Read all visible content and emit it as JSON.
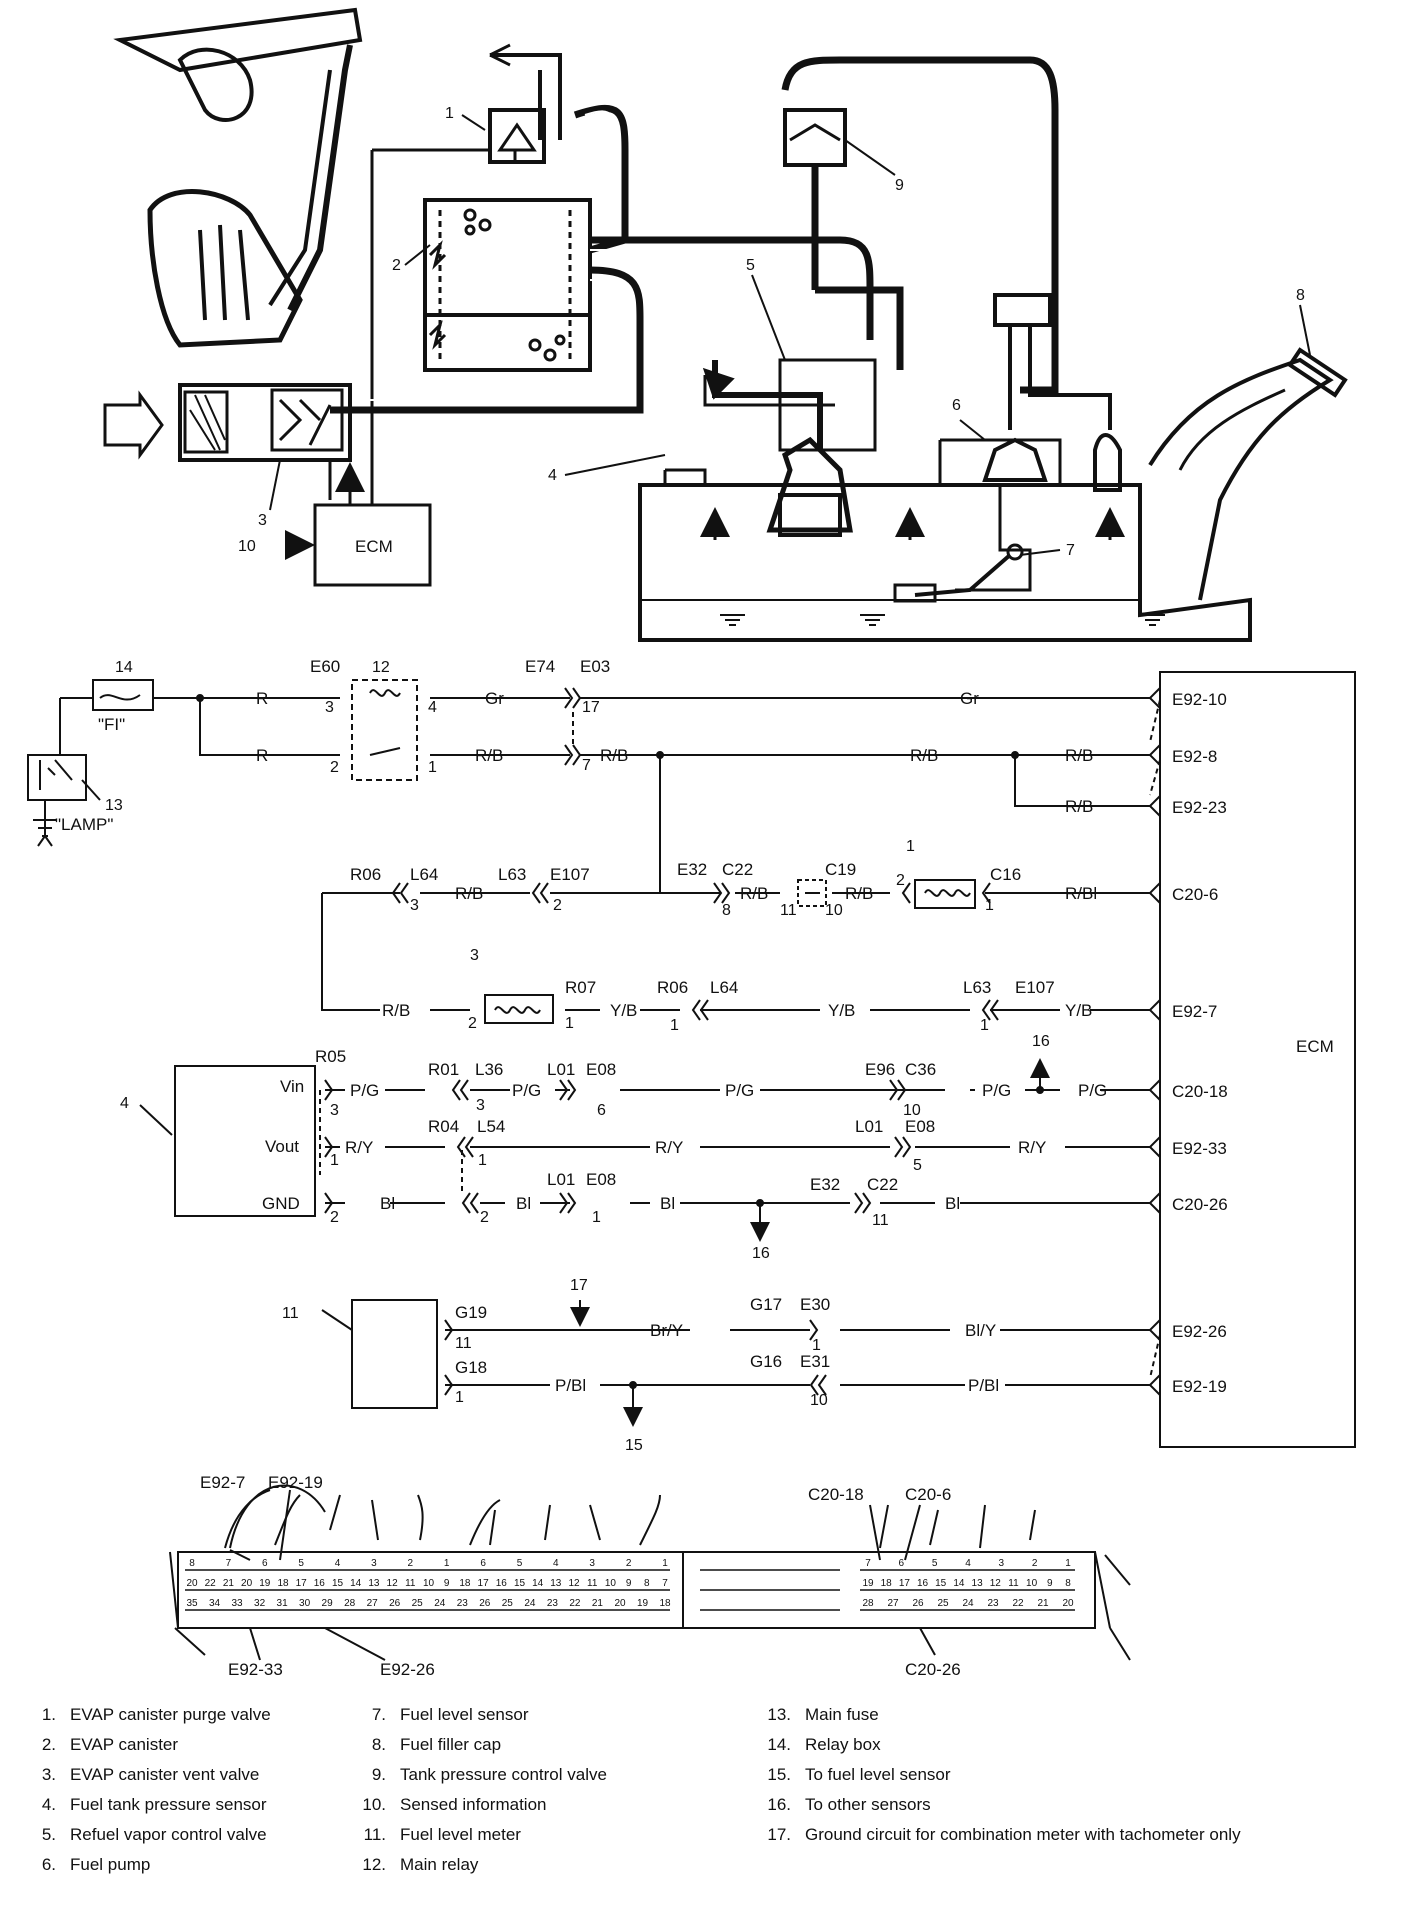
{
  "components": {
    "ecm_top": "ECM",
    "ecm_right": "ECM",
    "sensor4_vin": "Vin",
    "sensor4_vout": "Vout",
    "sensor4_gnd": "GND",
    "fuse_fi": "\"FI\"",
    "lamp": "\"LAMP\""
  },
  "callouts": [
    "1",
    "2",
    "3",
    "4",
    "5",
    "6",
    "7",
    "8",
    "9",
    "10"
  ],
  "wiring_callouts": {
    "c14": "14",
    "c13": "13",
    "c12": "12",
    "c1": "1",
    "c3": "3",
    "c4": "4",
    "c16a": "16",
    "c16b": "16",
    "c11": "11",
    "c17": "17",
    "c15": "15"
  },
  "connectors": {
    "E60": "E60",
    "E74": "E74",
    "E03": "E03",
    "E107a": "E107",
    "E107b": "E107",
    "L63a": "L63",
    "L63b": "L63",
    "R06a": "R06",
    "R06b": "R06",
    "L64a": "L64",
    "L64b": "L64",
    "E32a": "E32",
    "E32b": "E32",
    "C22a": "C22",
    "C22b": "C22",
    "C19": "C19",
    "C16": "C16",
    "R07": "R07",
    "R05": "R05",
    "R01": "R01",
    "L36": "L36",
    "L01a": "L01",
    "L01b": "L01",
    "L01c": "L01",
    "E08a": "E08",
    "E08b": "E08",
    "E08c": "E08",
    "E96": "E96",
    "C36": "C36",
    "R04": "R04",
    "L54": "L54",
    "G19": "G19",
    "G18": "G18",
    "G17": "G17",
    "G16": "G16",
    "E30": "E30",
    "E31": "E31"
  },
  "pins": {
    "p3a": "3",
    "p4a": "4",
    "p2a": "2",
    "p1a": "1",
    "p17": "17",
    "p7": "7",
    "p3b": "3",
    "p2b": "2",
    "p8": "8",
    "p11a": "11",
    "p10a": "10",
    "p2c": "2",
    "p1b": "1",
    "p2d": "2",
    "p1c": "1",
    "p1d": "1",
    "p1e": "1",
    "p3c": "3",
    "p3d": "3",
    "p6": "6",
    "p10b": "10",
    "p1f": "1",
    "p1g": "1",
    "p5": "5",
    "p2e": "2",
    "p2f": "2",
    "p1h": "1",
    "p11b": "11",
    "p11c": "11",
    "p1i": "1",
    "p1j": "1",
    "p10c": "10"
  },
  "wire_colors": {
    "R_a": "R",
    "R_b": "R",
    "Gr_a": "Gr",
    "Gr_b": "Gr",
    "RB_a": "R/B",
    "RB_b": "R/B",
    "RB_c": "R/B",
    "RB_d": "R/B",
    "RB_e": "R/B",
    "RB_f": "R/B",
    "RB_g": "R/B",
    "RB_h": "R/B",
    "RB_i": "R/B",
    "RBl_a": "R/Bl",
    "YB_a": "Y/B",
    "YB_b": "Y/B",
    "YB_c": "Y/B",
    "PG_a": "P/G",
    "PG_b": "P/G",
    "PG_c": "P/G",
    "PG_d": "P/G",
    "PG_e": "P/G",
    "RY_a": "R/Y",
    "RY_b": "R/Y",
    "RY_c": "R/Y",
    "Bl_a": "Bl",
    "Bl_b": "Bl",
    "Bl_c": "Bl",
    "Bl_d": "Bl",
    "BrY": "Br/Y",
    "BlY": "Bl/Y",
    "PBl_a": "P/Bl",
    "PBl_b": "P/Bl"
  },
  "ecm_terminals": [
    "E92-10",
    "E92-8",
    "E92-23",
    "C20-6",
    "E92-7",
    "C20-18",
    "E92-33",
    "C20-26",
    "E92-26",
    "E92-19"
  ],
  "connector_view_labels": {
    "top_left_1": "E92-7",
    "top_left_2": "E92-19",
    "top_right_1": "C20-18",
    "top_right_2": "C20-6",
    "bottom_1": "E92-33",
    "bottom_2": "E92-26",
    "bottom_3": "C20-26"
  },
  "connector_view_numbers": {
    "rowA_left": [
      "8",
      "7",
      "6",
      "5",
      "4",
      "3",
      "2",
      "1",
      "6",
      "5",
      "4",
      "3",
      "2",
      "1"
    ],
    "rowB_left": [
      "20",
      "22",
      "21",
      "20",
      "19",
      "18",
      "17",
      "16",
      "15",
      "14",
      "13",
      "12",
      "11",
      "10",
      "9",
      "18",
      "17",
      "16",
      "15",
      "14",
      "13",
      "12",
      "11",
      "10",
      "9",
      "8",
      "7"
    ],
    "rowC_left": [
      "35",
      "34",
      "33",
      "32",
      "31",
      "30",
      "29",
      "28",
      "27",
      "26",
      "25",
      "24",
      "23",
      "26",
      "25",
      "24",
      "23",
      "22",
      "21",
      "20",
      "19",
      "18"
    ],
    "rowA_right": [
      "7",
      "6",
      "5",
      "4",
      "3",
      "2",
      "1"
    ],
    "rowB_right": [
      "19",
      "18",
      "17",
      "16",
      "15",
      "14",
      "13",
      "12",
      "11",
      "10",
      "9",
      "8"
    ],
    "rowC_right": [
      "28",
      "27",
      "26",
      "25",
      "24",
      "23",
      "22",
      "21",
      "20"
    ]
  },
  "legend": [
    {
      "n": "1.",
      "text": "EVAP canister purge valve"
    },
    {
      "n": "2.",
      "text": "EVAP canister"
    },
    {
      "n": "3.",
      "text": "EVAP canister vent valve"
    },
    {
      "n": "4.",
      "text": "Fuel tank pressure sensor"
    },
    {
      "n": "5.",
      "text": "Refuel vapor control valve"
    },
    {
      "n": "6.",
      "text": "Fuel pump"
    },
    {
      "n": "7.",
      "text": "Fuel level sensor"
    },
    {
      "n": "8.",
      "text": "Fuel filler cap"
    },
    {
      "n": "9.",
      "text": "Tank pressure control valve"
    },
    {
      "n": "10.",
      "text": "Sensed information"
    },
    {
      "n": "11.",
      "text": "Fuel level meter"
    },
    {
      "n": "12.",
      "text": "Main relay"
    },
    {
      "n": "13.",
      "text": "Main fuse"
    },
    {
      "n": "14.",
      "text": "Relay box"
    },
    {
      "n": "15.",
      "text": "To fuel level sensor"
    },
    {
      "n": "16.",
      "text": "To other sensors"
    },
    {
      "n": "17.",
      "text": "Ground circuit for combination meter with tachometer only"
    }
  ]
}
